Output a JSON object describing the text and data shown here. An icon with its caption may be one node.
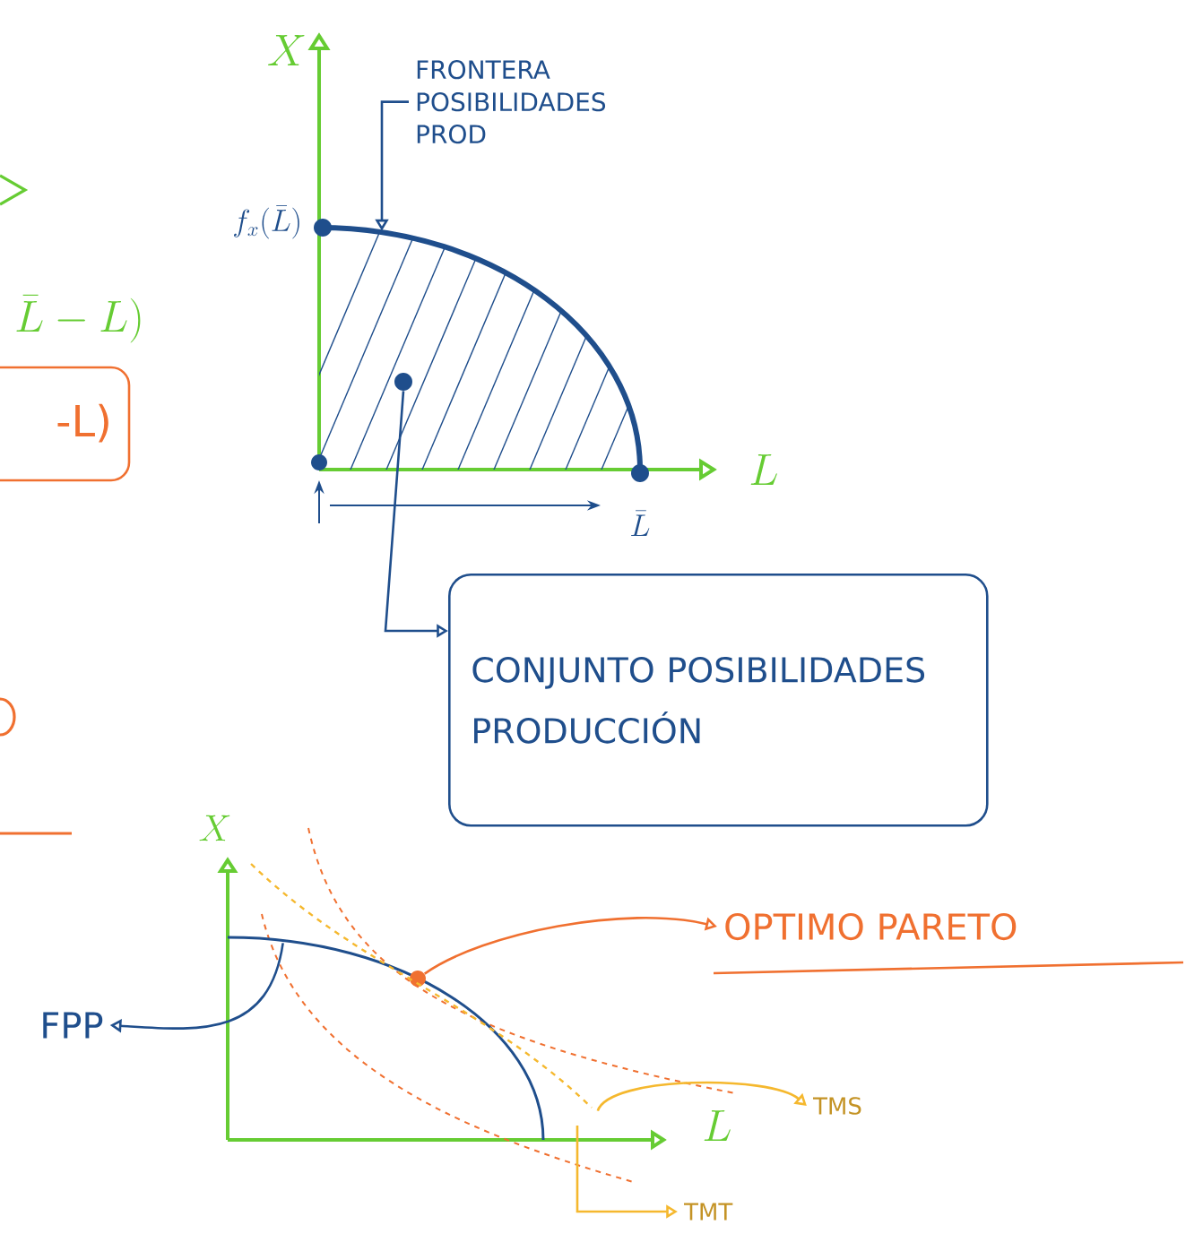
{
  "diagram": {
    "nodes": [
      {
        "text": [
          "FRONTERA POSIBILIDADES PROD"
        ]
      },
      {
        "text": [],
        "shape": "curve"
      },
      {
        "text": [],
        "shape": "circle",
        "in": 1
      },
      {
        "text": [
          "CONJUNTO POSIBILIDADES PRODUCCIÓN"
        ]
      },
      {
        "text": [
          "FPP"
        ]
      },
      {
        "text": [],
        "shape": "curve"
      },
      {
        "text": [],
        "shape": "circle"
      },
      {
        "text": [
          "OPTIMO PARETO"
        ]
      },
      {
        "text": [],
        "shape": "curve"
      },
      {
        "text": [
          "TMS"
        ]
      },
      {
        "text": [
          "TMT"
        ]
      },
      {
        "text": [],
        "shape": "circle"
      },
      {
        "text": [],
        "shape": "circle"
      },
      {
        "text": [],
        "shape": "circle"
      }
    ],
    "edges": [
      {
        "from": 0,
        "to": 1,
        "arrow": "to"
      },
      {
        "from": 2,
        "to": 3,
        "arrow": "to"
      },
      {
        "from": 5,
        "to": 4,
        "arrow": "to"
      },
      {
        "from": 6,
        "to": 7,
        "arrow": "to",
        "color": "#f07030"
      },
      {
        "from": 8,
        "to": 9,
        "arrow": "to",
        "color": "#f5b82e"
      },
      {
        "from": 5,
        "to": 10,
        "arrow": "to",
        "color": "#f5b82e"
      }
    ],
    "labels": [
      "\\bar{L}-L)",
      "-L)",
      "X",
      "f_x(\\bar{L})",
      "L",
      "\\bar{L}",
      "X",
      "L"
    ]
  }
}
